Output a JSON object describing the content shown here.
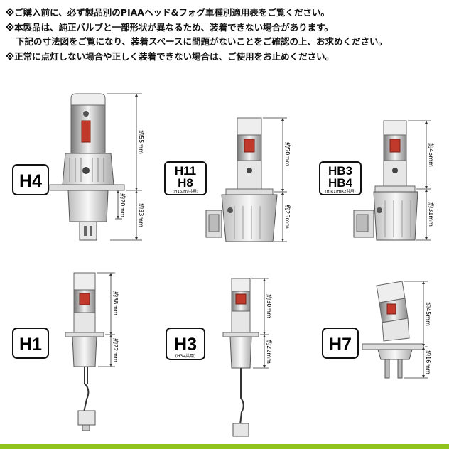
{
  "notes": [
    "※ご購入前に、必ず製品別のPIAAヘッド&フォグ車種別適用表をご覧ください。",
    "※本製品は、純正バルブと一部形状が異なるため、装着できない場合があります。",
    "下記の寸法図をご覧になり、装着スペースに問題がないことをご確認の上、お求めください。",
    "※正常に点灯しない場合や正しく装着できない場合は、ご使用をお止めください。"
  ],
  "bulbs": {
    "h4": {
      "label": "H4",
      "dim_top": "約55mm",
      "dim_mid": "約20mm",
      "dim_bottom": "約33mm"
    },
    "h11": {
      "label_line1": "H11",
      "label_line2": "H8",
      "sub": "(H16/H9共用)",
      "dim_top": "約50mm",
      "dim_bottom": "約25mm"
    },
    "hb3": {
      "label_line1": "HB3",
      "label_line2": "HB4",
      "sub": "(HIR1/HIR2共用)",
      "dim_top": "約45mm",
      "dim_bottom": "約31mm"
    },
    "h1": {
      "label": "H1",
      "dim_top": "約38mm",
      "dim_bottom": "約22mm"
    },
    "h3": {
      "label": "H3",
      "sub": "(H3a共用)",
      "dim_top": "約30mm",
      "dim_bottom": "約22mm"
    },
    "h7": {
      "label": "H7",
      "dim_top": "約45mm",
      "dim_bottom": "約16mm"
    }
  }
}
